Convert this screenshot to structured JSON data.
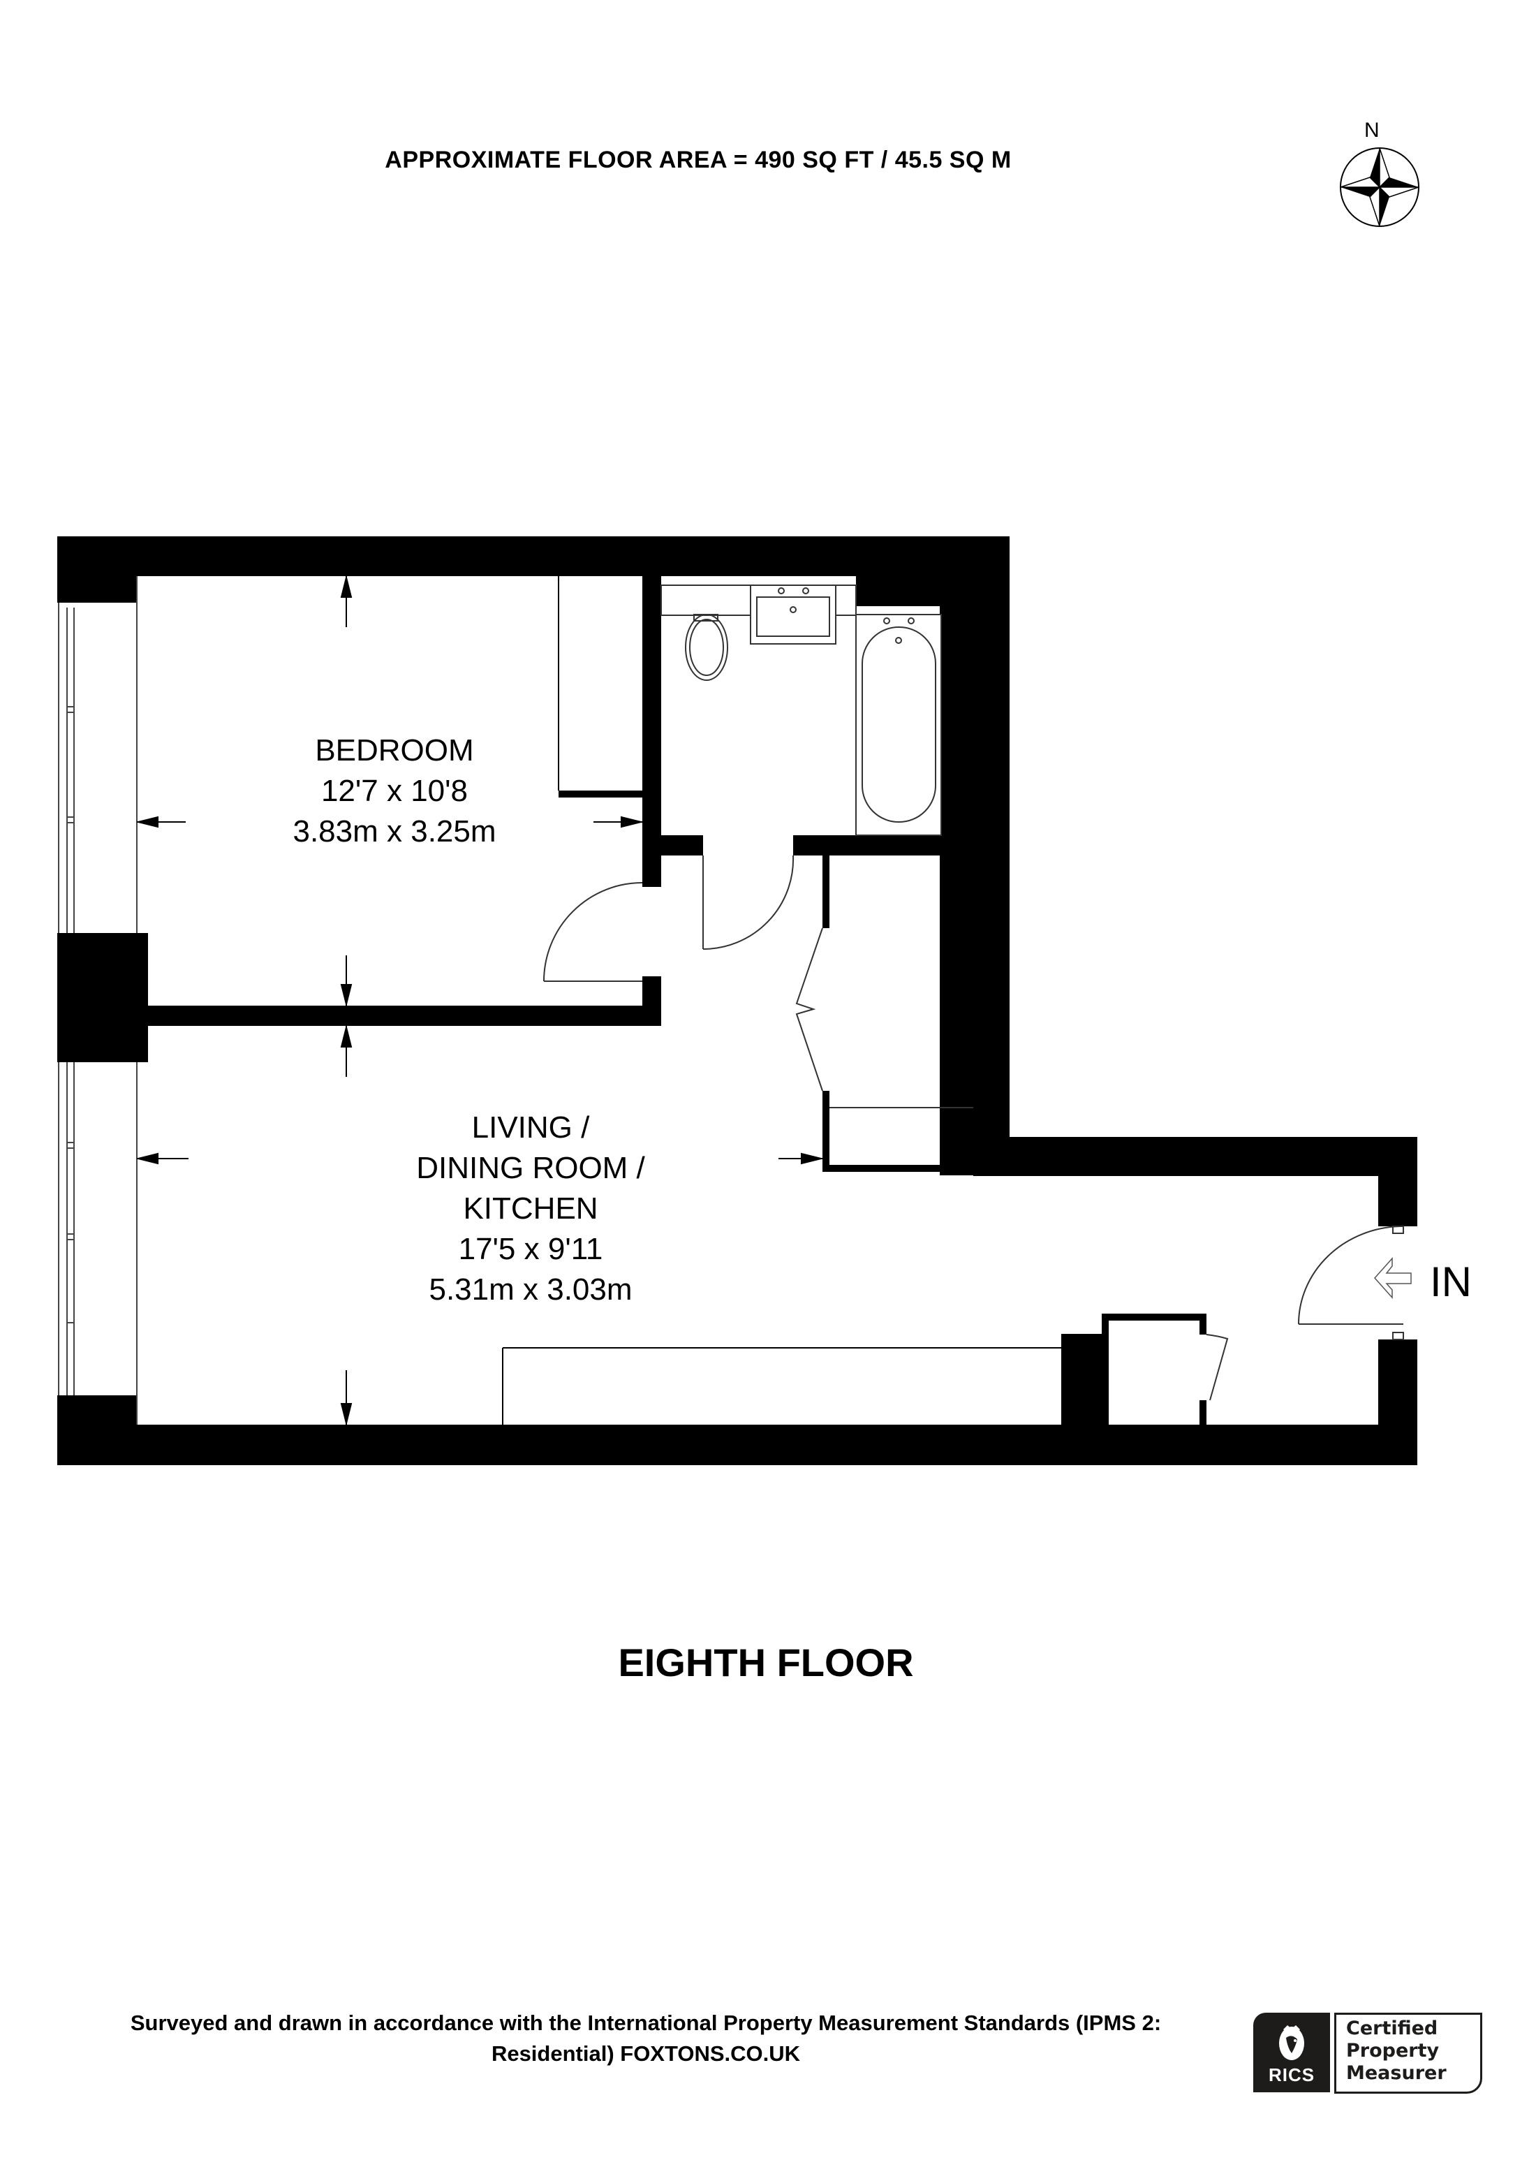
{
  "header": {
    "area_title": "APPROXIMATE FLOOR AREA = 490 SQ FT / 45.5 SQ M",
    "compass": {
      "label": "N",
      "icon": "compass-rose-icon"
    }
  },
  "plan": {
    "rooms": [
      {
        "id": "bedroom",
        "name": "BEDROOM",
        "imperial": "12'7 x 10'8",
        "metric": "3.83m x 3.25m"
      },
      {
        "id": "living",
        "name_lines": [
          "LIVING /",
          "DINING ROOM /",
          "KITCHEN"
        ],
        "imperial": "17'5 x 9'11",
        "metric": "5.31m x 3.03m"
      }
    ],
    "entrance": {
      "label": "IN",
      "icon": "entrance-arrow-icon"
    },
    "fixtures": [
      "toilet-icon",
      "basin-icon",
      "bathtub-icon",
      "wardrobe",
      "kitchen-counter",
      "storage-cupboard"
    ],
    "colors": {
      "wall": "#000000",
      "line": "#333333",
      "background": "#ffffff"
    }
  },
  "floor": {
    "name": "EIGHTH FLOOR"
  },
  "footer": {
    "note_line1": "Surveyed and drawn in accordance with the International Property Measurement Standards (IPMS 2:",
    "note_line2": "Residential) FOXTONS.CO.UK",
    "badge": {
      "brand": "RICS",
      "line1": "Certified",
      "line2": "Property",
      "line3": "Measurer",
      "icon": "rics-lion-icon"
    }
  }
}
